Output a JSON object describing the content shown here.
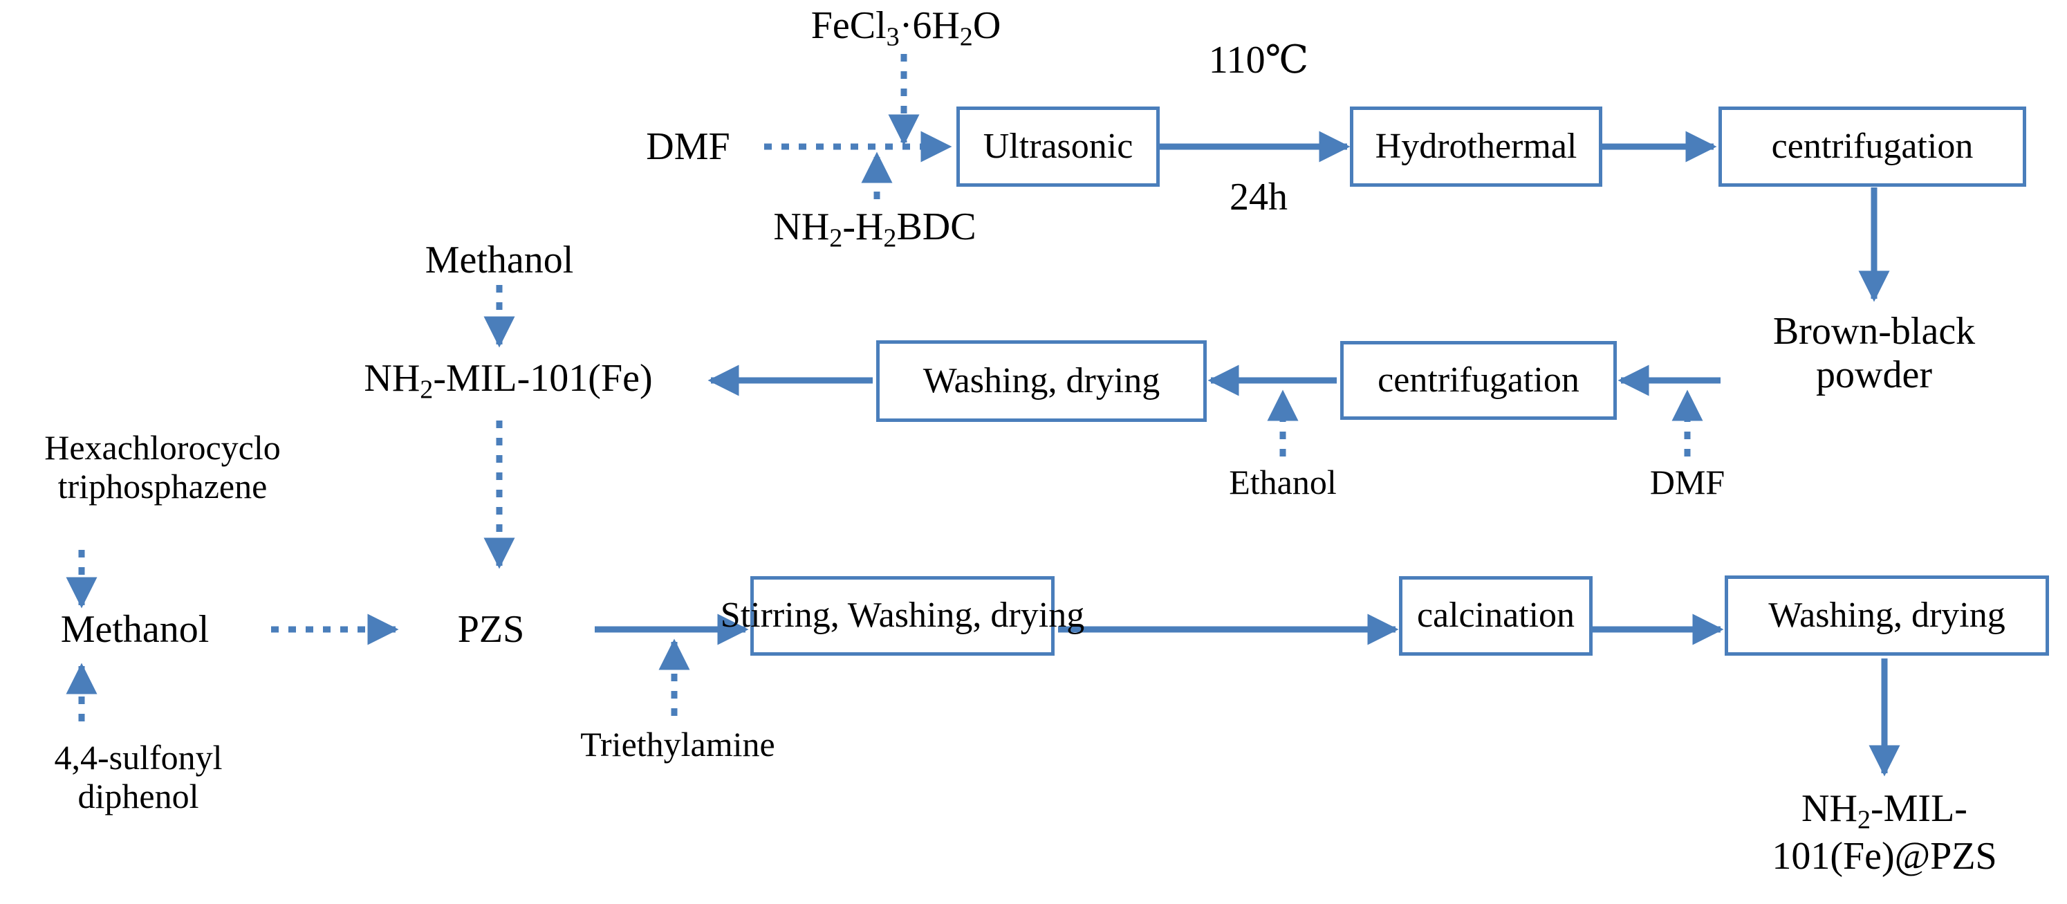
{
  "diagram": {
    "title": "Synthesis flowchart of NH2-MIL-101(Fe)@PZS",
    "accent_color": "#4A7EBB",
    "text_color": "#000000",
    "background_color": "#FFFFFF"
  },
  "boxes": [
    {
      "id": "ultrasonic",
      "label": "Ultrasonic"
    },
    {
      "id": "hydrothermal",
      "label": "Hydrothermal"
    },
    {
      "id": "centrifugation1",
      "label": "centrifugation"
    },
    {
      "id": "washing_drying1",
      "label": "Washing, drying"
    },
    {
      "id": "centrifugation2",
      "label": "centrifugation"
    },
    {
      "id": "stirring_washing_drying",
      "label": "Stirring, Washing, drying"
    },
    {
      "id": "calcination",
      "label": "calcination"
    },
    {
      "id": "washing_drying2",
      "label": "Washing, drying"
    }
  ],
  "reagents": [
    {
      "id": "fecl3",
      "line1": "FeCl",
      "sub1": "3",
      "mid": "·6H",
      "sub2": "2",
      "line2": "O"
    },
    {
      "id": "dmf_top",
      "label": "DMF"
    },
    {
      "id": "nh2h2bdc",
      "part1": "NH",
      "sub1": "2",
      "part2": "-H",
      "sub2": "2",
      "part3": "BDC"
    },
    {
      "id": "methanol_top",
      "label": "Methanol"
    },
    {
      "id": "ethanol",
      "label": "Ethanol"
    },
    {
      "id": "dmf_mid",
      "label": "DMF"
    },
    {
      "id": "hexa",
      "line1": "Hexachlorocyclo",
      "line2": "triphosphazene"
    },
    {
      "id": "methanol_bottom",
      "label": "Methanol"
    },
    {
      "id": "sulfonyl",
      "line1": "4,4-sulfonyl",
      "line2": "diphenol"
    },
    {
      "id": "triethylamine",
      "label": "Triethylamine"
    }
  ],
  "intermediates": [
    {
      "id": "brown_black",
      "line1": "Brown-black",
      "line2": "powder"
    },
    {
      "id": "nh2_mil",
      "part1": "NH",
      "sub1": "2",
      "part2": "-MIL-101(Fe)"
    },
    {
      "id": "pzs",
      "label": "PZS"
    }
  ],
  "products": [
    {
      "id": "final_product",
      "part1": "NH",
      "sub1": "2",
      "part2": "-MIL-",
      "line2": "101(Fe)@PZS"
    }
  ],
  "conditions": [
    {
      "id": "temperature",
      "label": "110℃"
    },
    {
      "id": "duration",
      "label": "24h"
    }
  ]
}
